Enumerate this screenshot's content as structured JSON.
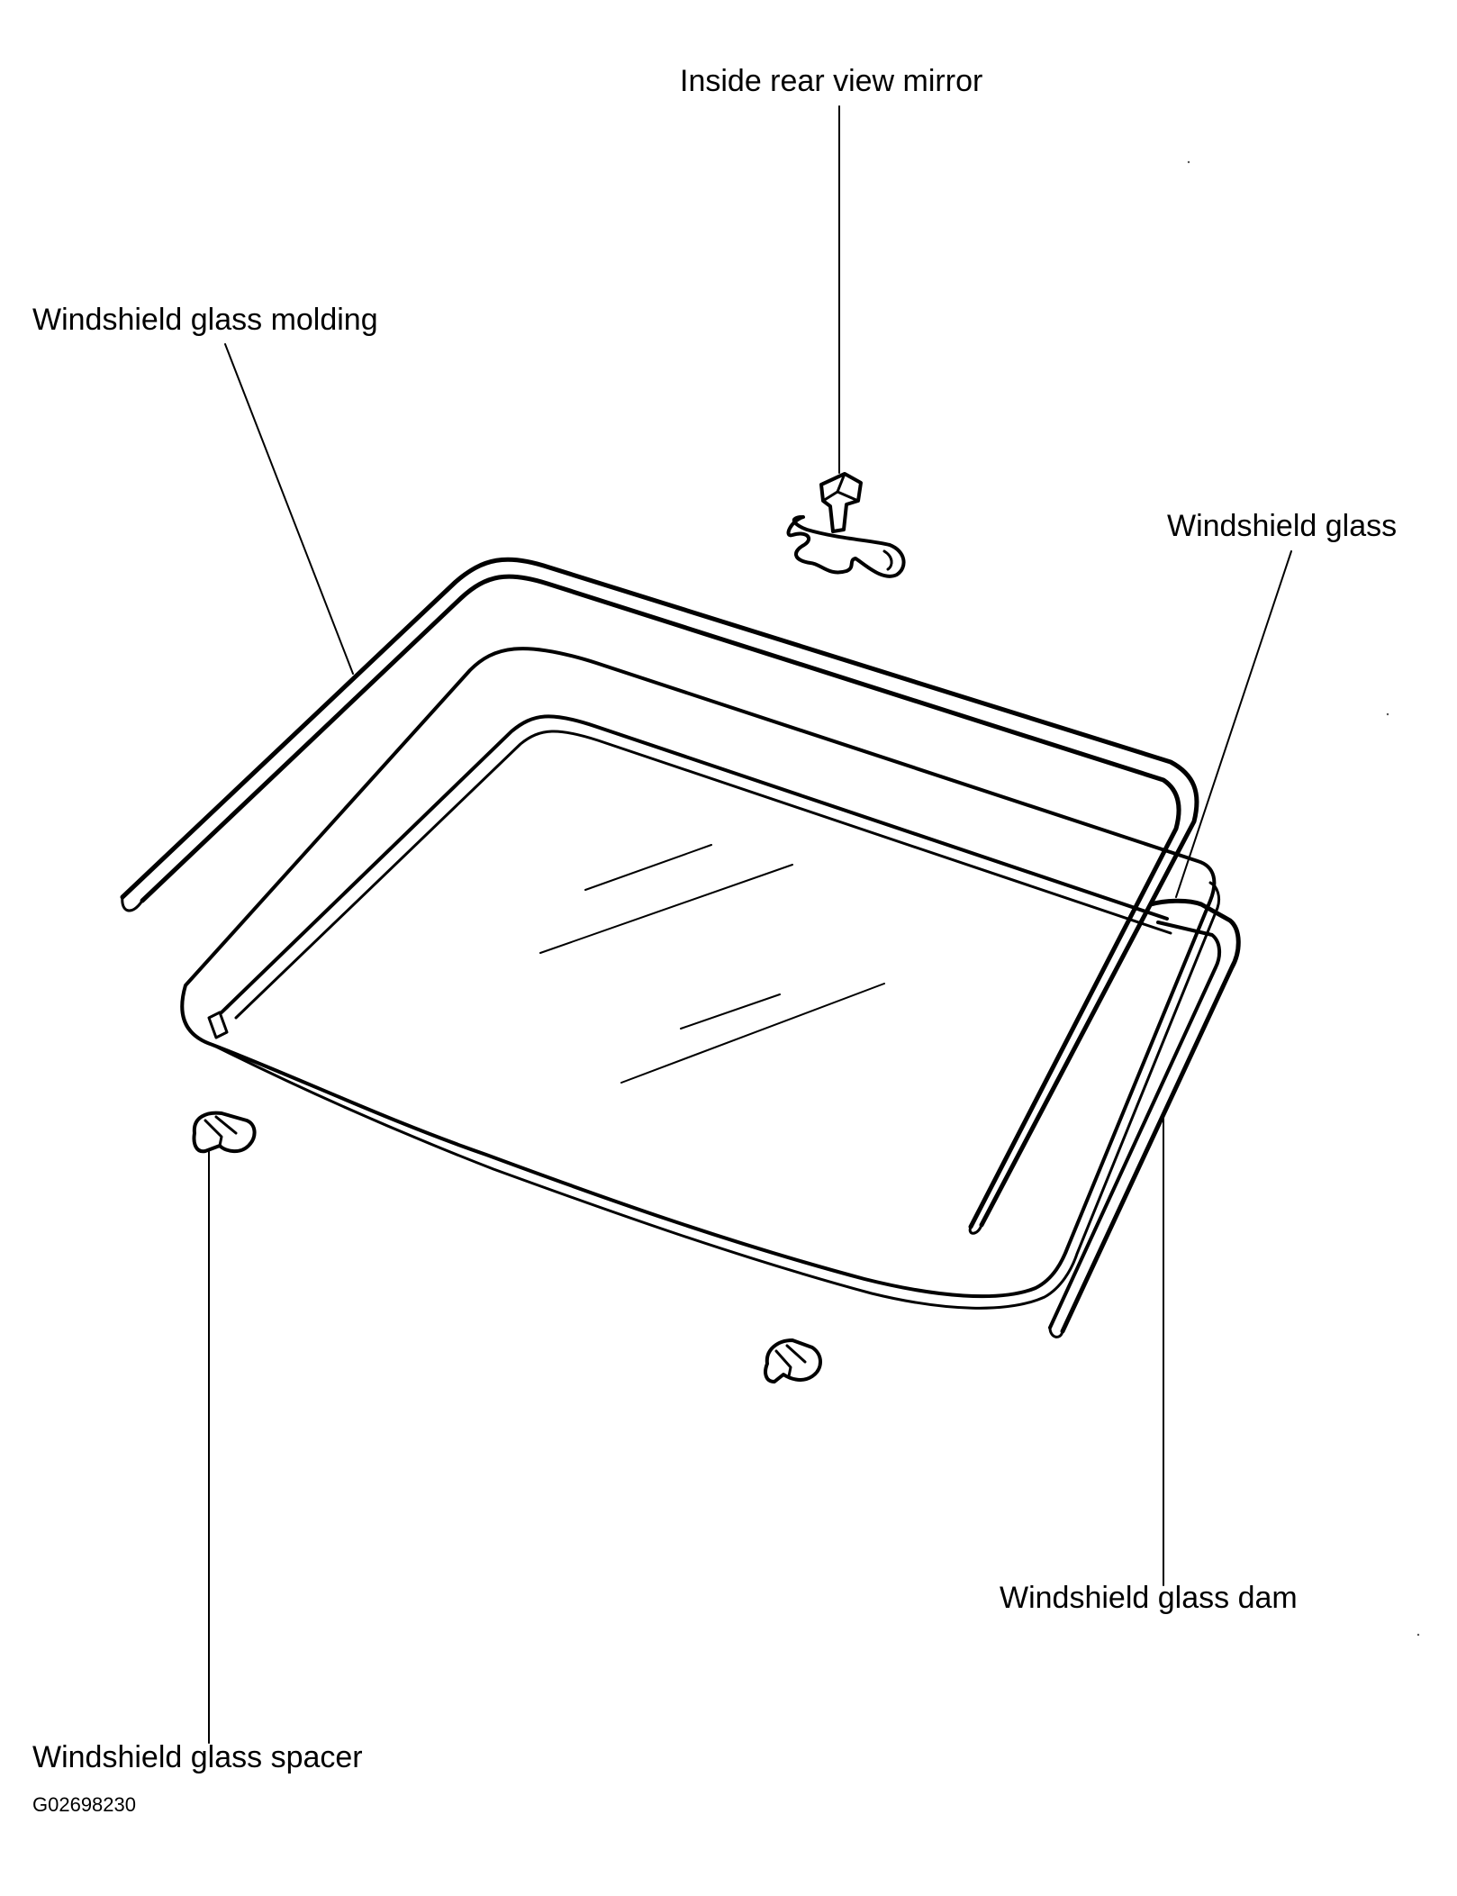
{
  "labels": {
    "inside_rear_view_mirror": "Inside rear view mirror",
    "windshield_glass_molding": "Windshield glass molding",
    "windshield_glass": "Windshield glass",
    "windshield_glass_dam": "Windshield glass dam",
    "windshield_glass_spacer": "Windshield glass spacer"
  },
  "figure_code": "G02698230",
  "colors": {
    "line": "#000000",
    "background": "#ffffff"
  }
}
